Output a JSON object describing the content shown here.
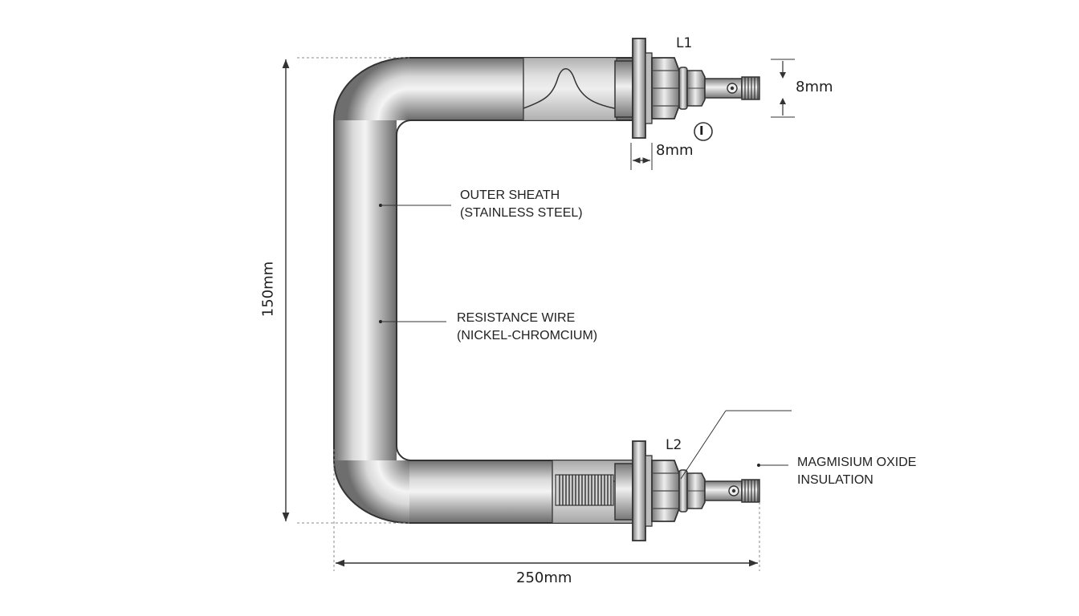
{
  "labels": {
    "outer_sheath": [
      "OUTER SHEATH",
      "(STAINLESS STEEL)"
    ],
    "resistance_wire": [
      "RESISTANCE WIRE",
      "(NICKEL-CHROMCIUM)"
    ],
    "insulation": [
      "MAGMISIUM OXIDE",
      "INSULATION"
    ]
  },
  "terminals": {
    "top": "L1",
    "bottom": "L2",
    "marker": "I"
  },
  "dimensions": {
    "height": "150mm",
    "width": "250mm",
    "thread_diameter": "8mm",
    "flange_gap": "8mm"
  },
  "colors": {
    "tube_dark": "#6e6e6e",
    "tube_light": "#f4f4f4",
    "line": "#333333",
    "fitting": "#8a8a8a"
  }
}
